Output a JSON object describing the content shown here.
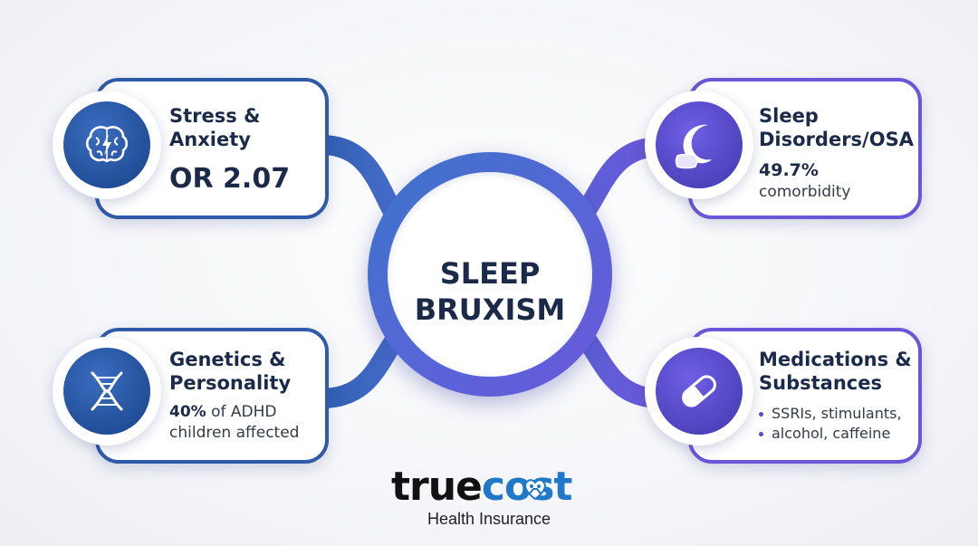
{
  "center": {
    "title": "SLEEP\nBRUXISM"
  },
  "nodes": {
    "stress": {
      "title": "Stress &\nAnxiety",
      "stat": "OR 2.07",
      "icon": "brain-lightning-icon"
    },
    "sleep_disorders": {
      "title": "Sleep\nDisorders/OSA",
      "stat_bold": "49.7%",
      "stat_text": "comorbidity",
      "icon": "moon-pillow-icon"
    },
    "genetics": {
      "title": "Genetics &\nPersonality",
      "stat_bold": "40%",
      "stat_text": " of ADHD",
      "stat_line2": "children affected",
      "icon": "dna-icon"
    },
    "medications": {
      "title": "Medications &\nSubstances",
      "bullets": [
        "SSRIs, stimulants,",
        "alcohol, caffeine"
      ],
      "icon": "pill-capsule-icon"
    }
  },
  "logo": {
    "word_part1": "true",
    "word_part2": "cost",
    "subtitle": "Health Insurance",
    "icon": "family-heart-icon"
  },
  "colors": {
    "blue": "#2e5aa8",
    "purple": "#6b55d8",
    "connector_blue": "#3b6fc4",
    "connector_purple": "#6a58dc",
    "text": "#1c2a4a",
    "logo_blue": "#1f78c8"
  }
}
